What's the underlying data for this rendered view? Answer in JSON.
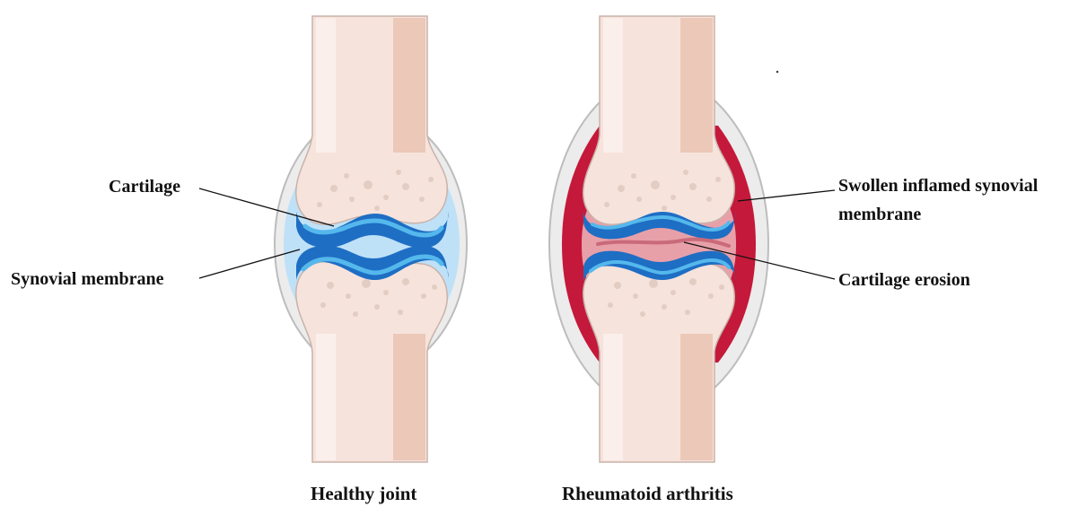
{
  "labels": {
    "cartilage": "Cartilage",
    "synovial_membrane": "Synovial membrane",
    "swollen_line1": "Swollen inflamed synovial",
    "swollen_line2": "membrane",
    "cartilage_erosion": "Cartilage erosion"
  },
  "captions": {
    "healthy": "Healthy joint",
    "ra": "Rheumatoid arthritis"
  },
  "colors": {
    "bone": "#f6e3dc",
    "bone_shade": "#ecc8b9",
    "bone_light": "#fbefeb",
    "marrow": "#e3cdc2",
    "cartilage": "#1e6ec4",
    "cartilage_light": "#55b8ec",
    "synovial_fluid": "#bfe1f7",
    "capsule": "#d9d9d9",
    "inflamed": "#c4193a",
    "erosion": "#e8a0a8"
  }
}
